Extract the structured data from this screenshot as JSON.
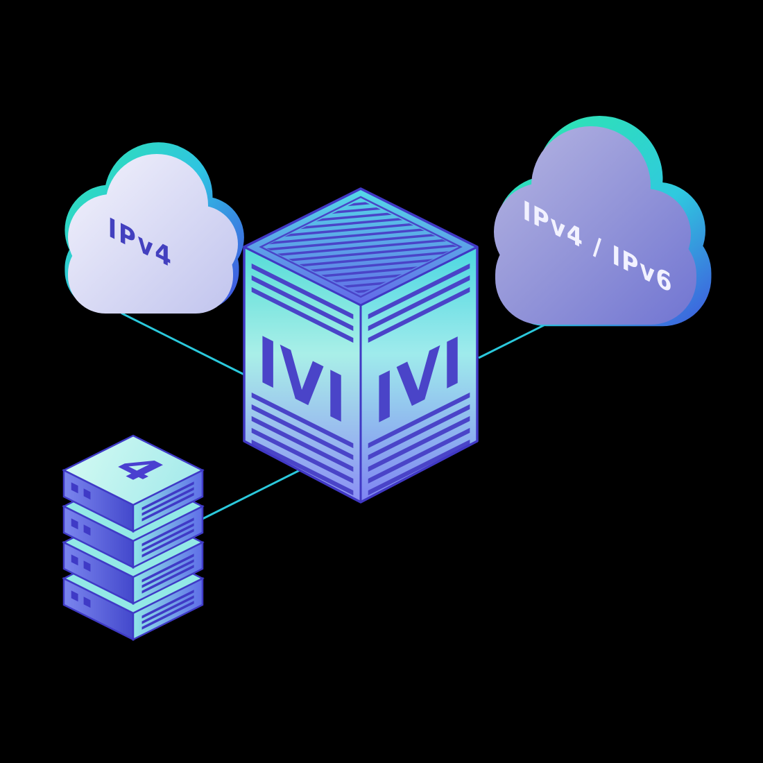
{
  "scene": {
    "description": "Isometric network diagram of an IVI translation gateway connecting an IPv4 cloud, an IPv4/IPv6 cloud and an IPv4 server stack",
    "background_color": "#000000"
  },
  "clouds": {
    "left": {
      "label": "IPv4",
      "label_color": "#4340bf",
      "body_color_top": "#efeffb",
      "body_color_bottom": "#c2c5ee",
      "accent_color_mint": "#2ee6b0",
      "accent_color_blue": "#4150e0"
    },
    "right": {
      "label": "IPv4 / IPv6",
      "label_color": "#f2f2ff",
      "body_color_top": "#b0b0e0",
      "body_color_bottom": "#7175d2",
      "accent_color_mint": "#2ee6b0",
      "accent_color_blue": "#3f55dd"
    }
  },
  "gateway": {
    "left_face_label": "IVI",
    "right_face_label": "IVI",
    "stripe_color": "#4a44c8",
    "outline_color": "#4038c4",
    "face_teal": "#54dcd8",
    "face_periwinkle": "#8b8ff4"
  },
  "server": {
    "label": "4",
    "label_color": "#4a3fd0",
    "top_color": "#d6fbf3",
    "front_color": "#8fe6e8",
    "side_color": "#7b86ee",
    "outline_color": "#3f3ac6",
    "unit_count": 4
  },
  "connectors": {
    "color": "#2bc9dc"
  }
}
